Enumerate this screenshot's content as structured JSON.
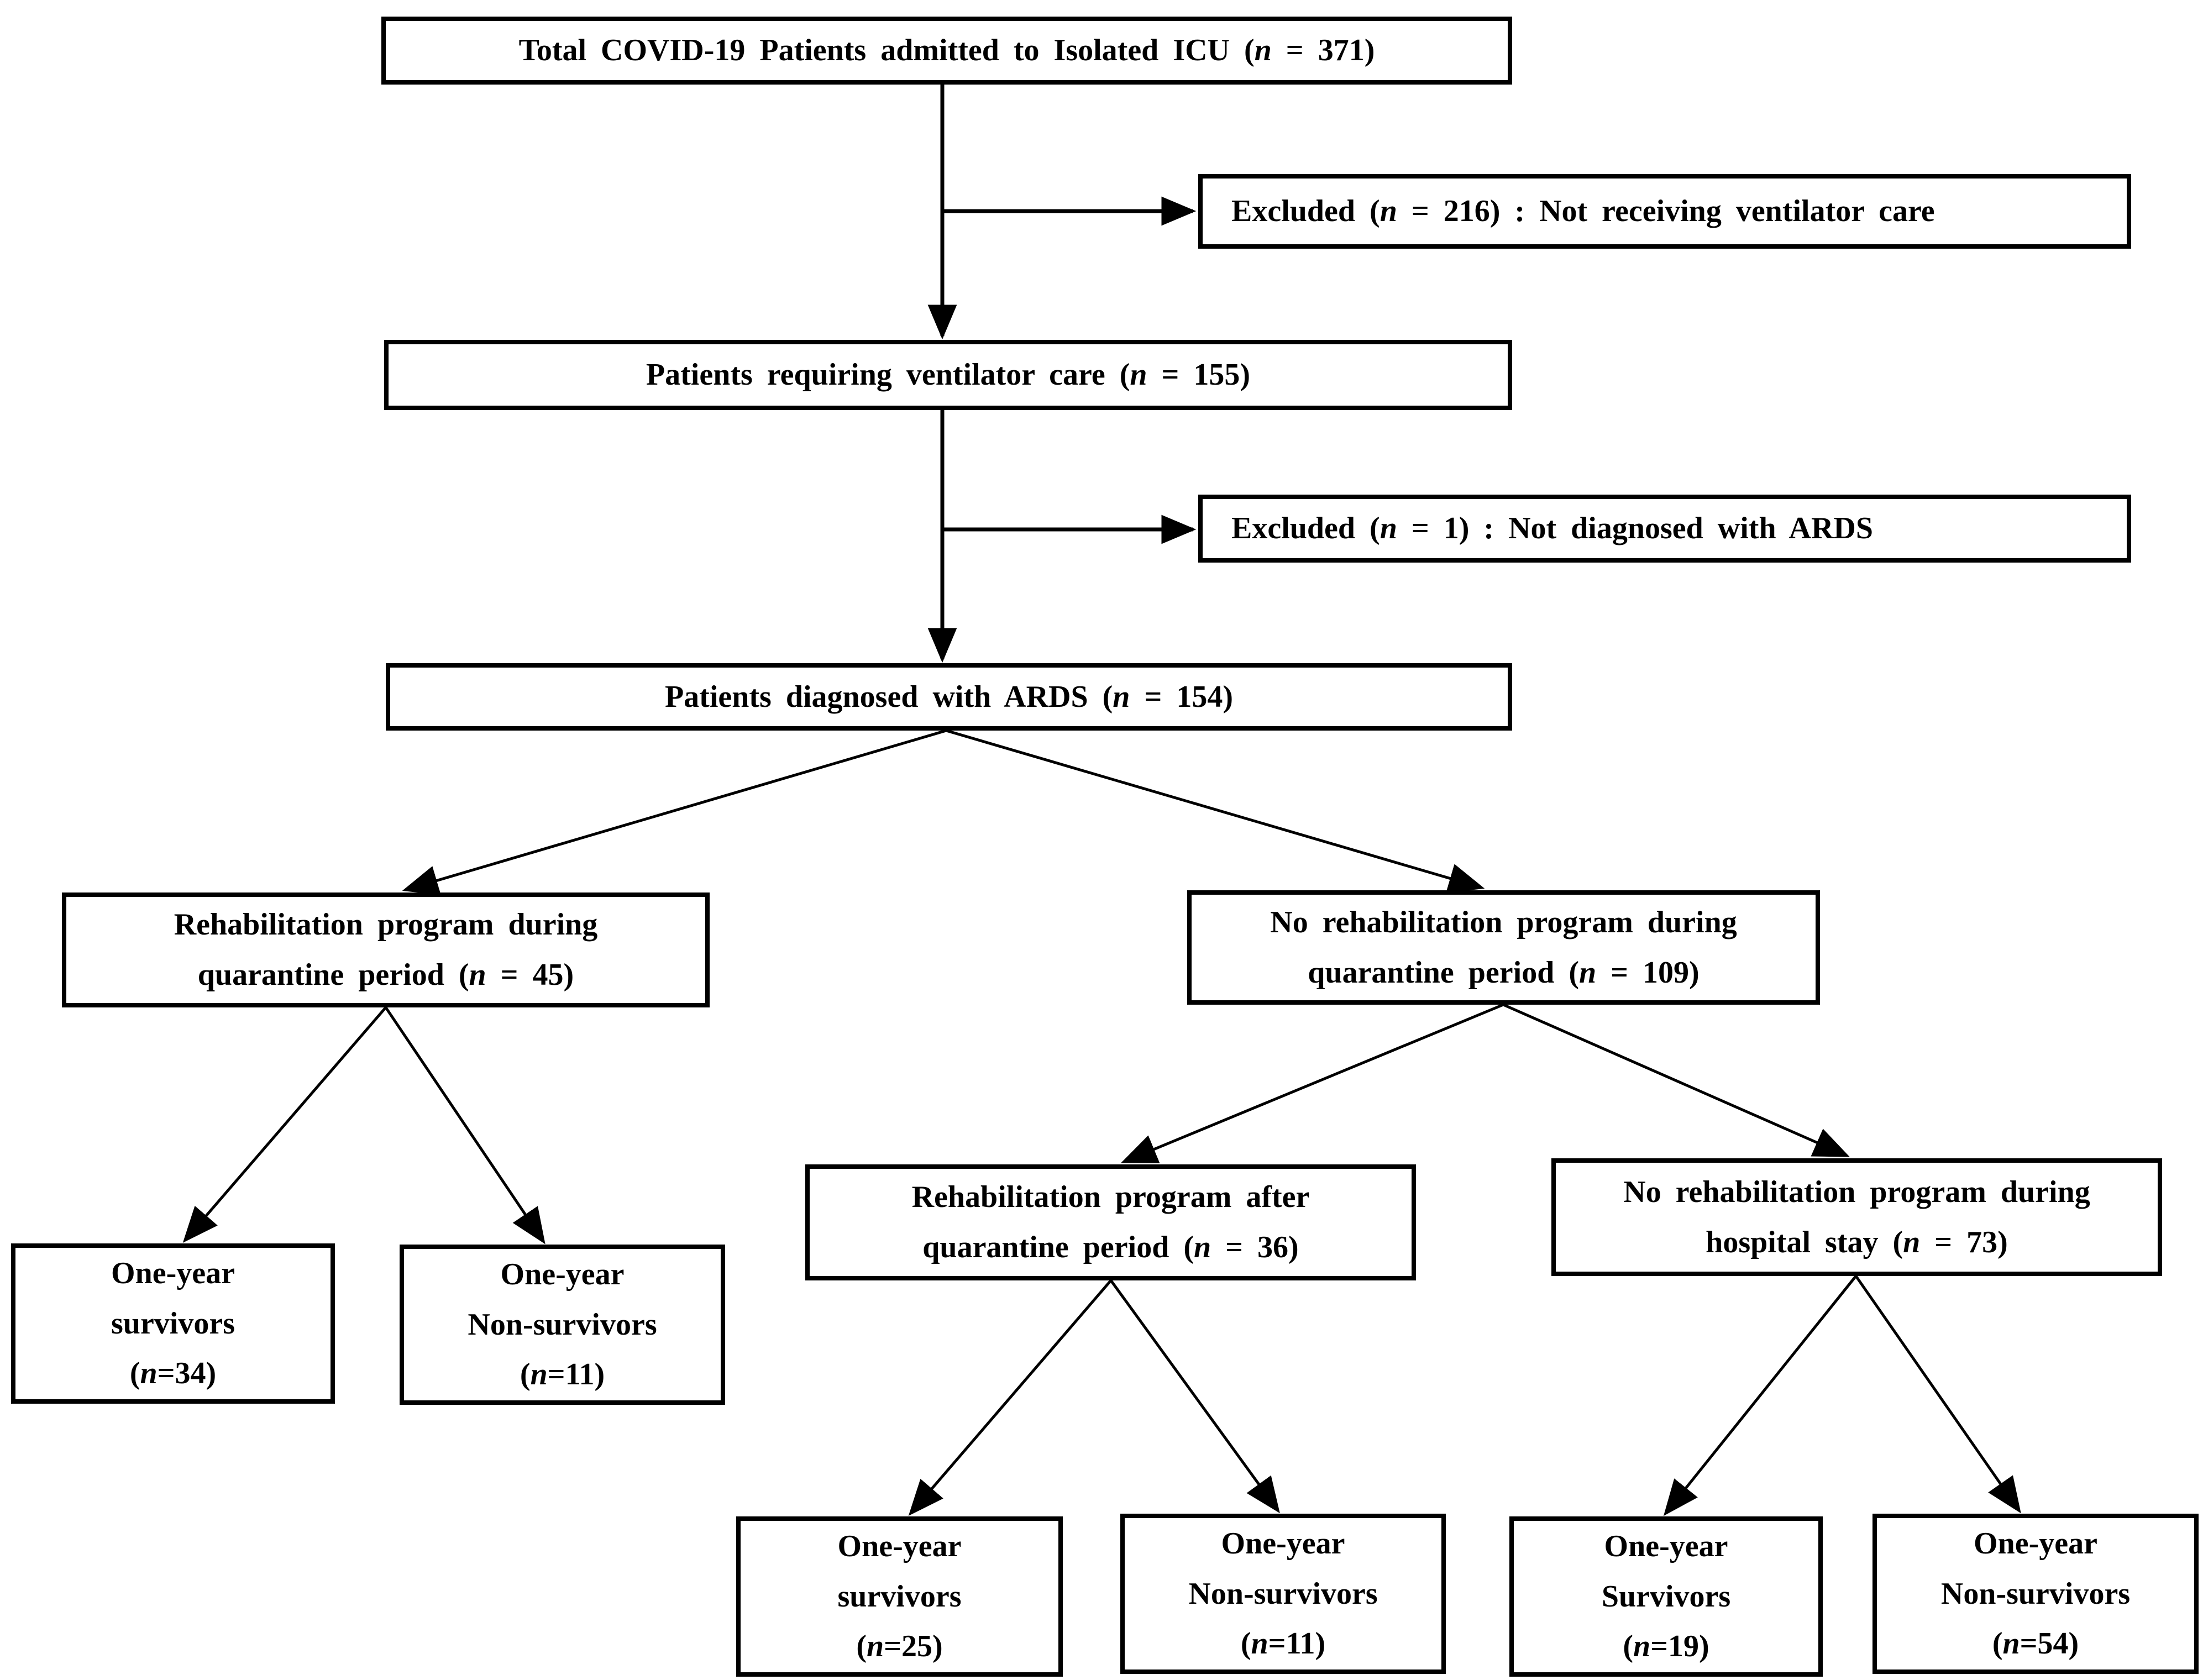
{
  "figure": {
    "background_color": "#ffffff",
    "line_color": "#000000",
    "description": "Patient selection flowchart"
  },
  "boxes": {
    "total": {
      "n": 371,
      "lines": [
        [
          {
            "t": "Total COVID-19 Patients admitted to Isolated ICU ("
          },
          {
            "t": "n",
            "i": true
          },
          {
            "t": " = 371)"
          }
        ]
      ]
    },
    "excluded_ventilator": {
      "n": 216,
      "lines": [
        [
          {
            "t": "Excluded ("
          },
          {
            "t": "n",
            "i": true
          },
          {
            "t": " = 216) : Not receiving ventilator care"
          }
        ]
      ]
    },
    "ventilator": {
      "n": 155,
      "lines": [
        [
          {
            "t": "Patients requiring ventilator care ("
          },
          {
            "t": "n",
            "i": true
          },
          {
            "t": " = 155)"
          }
        ]
      ]
    },
    "excluded_ards": {
      "n": 1,
      "lines": [
        [
          {
            "t": "Excluded ("
          },
          {
            "t": "n",
            "i": true
          },
          {
            "t": " = 1) : Not diagnosed with ARDS"
          }
        ]
      ]
    },
    "ards": {
      "n": 154,
      "lines": [
        [
          {
            "t": "Patients diagnosed with ARDS ("
          },
          {
            "t": "n",
            "i": true
          },
          {
            "t": " = 154)"
          }
        ]
      ]
    },
    "rehab_during": {
      "n": 45,
      "lines": [
        [
          {
            "t": "Rehabilitation program during"
          }
        ],
        [
          {
            "t": "quarantine period ("
          },
          {
            "t": "n",
            "i": true
          },
          {
            "t": " = 45)"
          }
        ]
      ]
    },
    "no_rehab_during": {
      "n": 109,
      "lines": [
        [
          {
            "t": "No rehabilitation program during"
          }
        ],
        [
          {
            "t": "quarantine period ("
          },
          {
            "t": "n",
            "i": true
          },
          {
            "t": " = 109)"
          }
        ]
      ]
    },
    "during_survivors": {
      "n": 34,
      "lines": [
        [
          {
            "t": "One-year"
          }
        ],
        [
          {
            "t": "survivors"
          }
        ],
        [
          {
            "t": "("
          },
          {
            "t": "n",
            "i": true
          },
          {
            "t": "=34)"
          }
        ]
      ]
    },
    "during_non_survivors": {
      "n": 11,
      "lines": [
        [
          {
            "t": "One-year"
          }
        ],
        [
          {
            "t": "Non-survivors"
          }
        ],
        [
          {
            "t": "("
          },
          {
            "t": "n",
            "i": true
          },
          {
            "t": "=11)"
          }
        ]
      ]
    },
    "rehab_after": {
      "n": 36,
      "lines": [
        [
          {
            "t": "Rehabilitation program after"
          }
        ],
        [
          {
            "t": "quarantine period ("
          },
          {
            "t": "n",
            "i": true
          },
          {
            "t": " = 36)"
          }
        ]
      ]
    },
    "no_rehab_hospital": {
      "n": 73,
      "lines": [
        [
          {
            "t": "No rehabilitation program during"
          }
        ],
        [
          {
            "t": "hospital stay ("
          },
          {
            "t": "n",
            "i": true
          },
          {
            "t": " = 73)"
          }
        ]
      ]
    },
    "after_survivors": {
      "n": 25,
      "lines": [
        [
          {
            "t": "One-year"
          }
        ],
        [
          {
            "t": "survivors"
          }
        ],
        [
          {
            "t": "("
          },
          {
            "t": "n",
            "i": true
          },
          {
            "t": "=25)"
          }
        ]
      ]
    },
    "after_non_survivors": {
      "n": 11,
      "lines": [
        [
          {
            "t": "One-year"
          }
        ],
        [
          {
            "t": "Non-survivors"
          }
        ],
        [
          {
            "t": "("
          },
          {
            "t": "n",
            "i": true
          },
          {
            "t": "=11)"
          }
        ]
      ]
    },
    "hospital_survivors": {
      "n": 19,
      "lines": [
        [
          {
            "t": "One-year"
          }
        ],
        [
          {
            "t": "Survivors"
          }
        ],
        [
          {
            "t": "("
          },
          {
            "t": "n",
            "i": true
          },
          {
            "t": "=19)"
          }
        ]
      ]
    },
    "hospital_non_survivors": {
      "n": 54,
      "lines": [
        [
          {
            "t": "One-year"
          }
        ],
        [
          {
            "t": "Non-survivors"
          }
        ],
        [
          {
            "t": "("
          },
          {
            "t": "n",
            "i": true
          },
          {
            "t": "=54)"
          }
        ]
      ]
    }
  }
}
